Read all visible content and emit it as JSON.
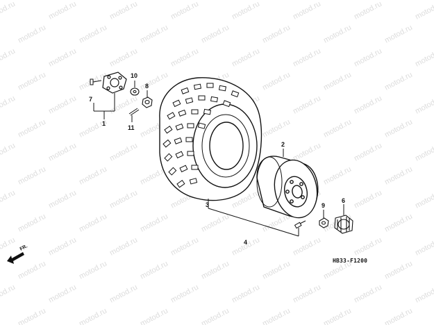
{
  "watermark": "motod.ru",
  "diagram_code": "HB33-F1200",
  "front_label": "FR.",
  "callouts": {
    "c1": "1",
    "c2": "2",
    "c3": "3",
    "c4": "4",
    "c6": "6",
    "c7": "7",
    "c8": "8",
    "c9": "9",
    "c10": "10",
    "c11": "11"
  }
}
